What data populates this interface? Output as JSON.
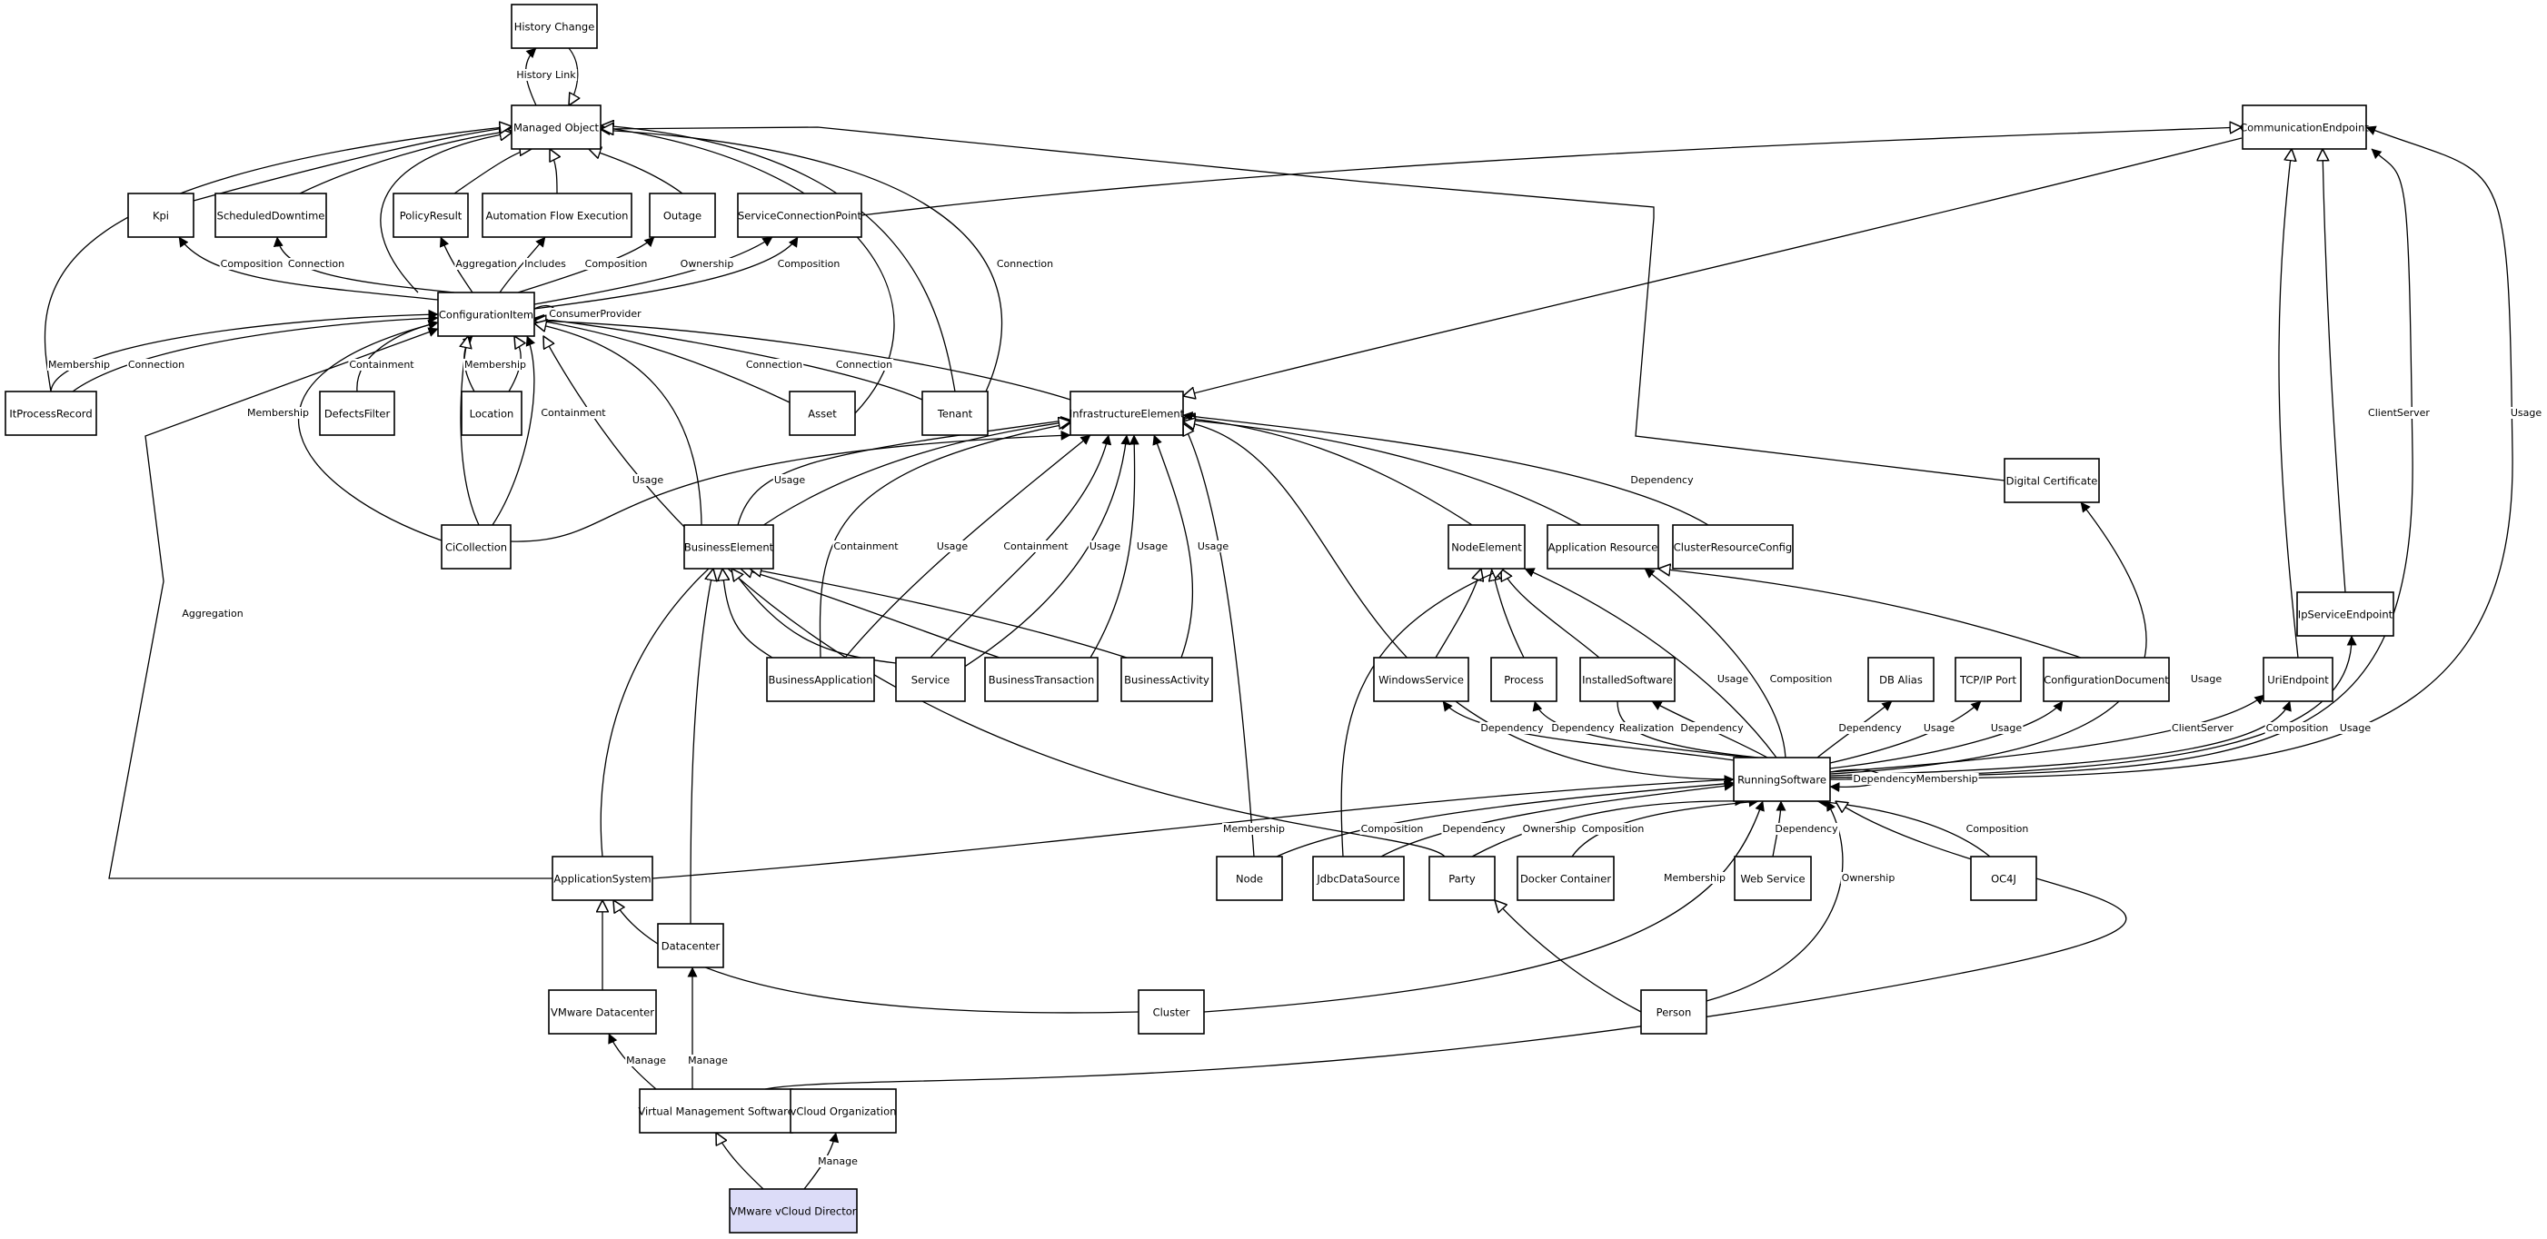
{
  "colors": {
    "node_fill": "#ffffff",
    "node_stroke": "#000000",
    "highlight_fill": "#dcdcf8",
    "edge": "#000000"
  },
  "nodes": [
    {
      "id": "history_change",
      "label": "History Change"
    },
    {
      "id": "managed_object",
      "label": "Managed Object"
    },
    {
      "id": "kpi",
      "label": "Kpi"
    },
    {
      "id": "scheduled_downtime",
      "label": "ScheduledDowntime"
    },
    {
      "id": "policy_result",
      "label": "PolicyResult"
    },
    {
      "id": "automation_flow_execution",
      "label": "Automation Flow Execution"
    },
    {
      "id": "outage",
      "label": "Outage"
    },
    {
      "id": "service_connection_point",
      "label": "ServiceConnectionPoint"
    },
    {
      "id": "communication_endpoint",
      "label": "CommunicationEndpoint"
    },
    {
      "id": "configuration_item",
      "label": "ConfigurationItem"
    },
    {
      "id": "it_process_record",
      "label": "ItProcessRecord"
    },
    {
      "id": "defects_filter",
      "label": "DefectsFilter"
    },
    {
      "id": "location",
      "label": "Location"
    },
    {
      "id": "asset",
      "label": "Asset"
    },
    {
      "id": "tenant",
      "label": "Tenant"
    },
    {
      "id": "infrastructure_element",
      "label": "InfrastructureElement"
    },
    {
      "id": "digital_certificate",
      "label": "Digital Certificate"
    },
    {
      "id": "ci_collection",
      "label": "CiCollection"
    },
    {
      "id": "business_element",
      "label": "BusinessElement"
    },
    {
      "id": "node_element",
      "label": "NodeElement"
    },
    {
      "id": "application_resource",
      "label": "Application Resource"
    },
    {
      "id": "cluster_resource_config",
      "label": "ClusterResourceConfig"
    },
    {
      "id": "ip_service_endpoint",
      "label": "IpServiceEndpoint"
    },
    {
      "id": "business_application",
      "label": "BusinessApplication"
    },
    {
      "id": "service",
      "label": "Service"
    },
    {
      "id": "business_transaction",
      "label": "BusinessTransaction"
    },
    {
      "id": "business_activity",
      "label": "BusinessActivity"
    },
    {
      "id": "windows_service",
      "label": "WindowsService"
    },
    {
      "id": "process",
      "label": "Process"
    },
    {
      "id": "installed_software",
      "label": "InstalledSoftware"
    },
    {
      "id": "db_alias",
      "label": "DB Alias"
    },
    {
      "id": "tcpip_port",
      "label": "TCP/IP Port"
    },
    {
      "id": "configuration_document",
      "label": "ConfigurationDocument"
    },
    {
      "id": "uri_endpoint",
      "label": "UriEndpoint"
    },
    {
      "id": "running_software",
      "label": "RunningSoftware"
    },
    {
      "id": "application_system",
      "label": "ApplicationSystem"
    },
    {
      "id": "node",
      "label": "Node"
    },
    {
      "id": "jdbc_data_source",
      "label": "JdbcDataSource"
    },
    {
      "id": "party",
      "label": "Party"
    },
    {
      "id": "docker_container",
      "label": "Docker Container"
    },
    {
      "id": "web_service",
      "label": "Web Service"
    },
    {
      "id": "oc4j",
      "label": "OC4J"
    },
    {
      "id": "datacenter",
      "label": "Datacenter"
    },
    {
      "id": "vmware_datacenter",
      "label": "VMware Datacenter"
    },
    {
      "id": "cluster",
      "label": "Cluster"
    },
    {
      "id": "person",
      "label": "Person"
    },
    {
      "id": "virtual_management_software",
      "label": "Virtual Management Software"
    },
    {
      "id": "vcloud_organization",
      "label": "vCloud Organization"
    },
    {
      "id": "vmware_vcloud_director",
      "label": "VMware vCloud Director",
      "highlight": true
    }
  ],
  "edges": [
    {
      "from": "managed_object",
      "to": "history_change",
      "label": "History Link",
      "arrow": "filled"
    },
    {
      "from": "history_change",
      "to": "managed_object",
      "label": "",
      "arrow": "hollow"
    },
    {
      "from": "kpi",
      "to": "managed_object",
      "label": "",
      "arrow": "hollow"
    },
    {
      "from": "scheduled_downtime",
      "to": "managed_object",
      "label": "",
      "arrow": "hollow"
    },
    {
      "from": "policy_result",
      "to": "managed_object",
      "label": "",
      "arrow": "hollow"
    },
    {
      "from": "automation_flow_execution",
      "to": "managed_object",
      "label": "",
      "arrow": "hollow"
    },
    {
      "from": "outage",
      "to": "managed_object",
      "label": "",
      "arrow": "hollow"
    },
    {
      "from": "configuration_item",
      "to": "managed_object",
      "label": "",
      "arrow": "hollow"
    },
    {
      "from": "it_process_record",
      "to": "managed_object",
      "label": "",
      "arrow": "hollow"
    },
    {
      "from": "asset",
      "to": "managed_object",
      "label": "",
      "arrow": "hollow"
    },
    {
      "from": "tenant",
      "to": "managed_object",
      "label": "",
      "arrow": "hollow"
    },
    {
      "from": "tenant",
      "to": "managed_object",
      "label": "Connection",
      "arrow": "filled"
    },
    {
      "from": "digital_certificate",
      "to": "managed_object",
      "label": "",
      "arrow": "hollow"
    },
    {
      "from": "service_connection_point",
      "to": "communication_endpoint",
      "label": "",
      "arrow": "hollow"
    },
    {
      "from": "configuration_item",
      "to": "kpi",
      "label": "Composition",
      "arrow": "filled"
    },
    {
      "from": "configuration_item",
      "to": "scheduled_downtime",
      "label": "Connection",
      "arrow": "filled"
    },
    {
      "from": "configuration_item",
      "to": "policy_result",
      "label": "Aggregation",
      "arrow": "filled"
    },
    {
      "from": "configuration_item",
      "to": "automation_flow_execution",
      "label": "Includes",
      "arrow": "filled"
    },
    {
      "from": "configuration_item",
      "to": "outage",
      "label": "Composition",
      "arrow": "filled"
    },
    {
      "from": "configuration_item",
      "to": "service_connection_point",
      "label": "Ownership",
      "arrow": "filled"
    },
    {
      "from": "configuration_item",
      "to": "service_connection_point",
      "label": "Composition",
      "arrow": "filled"
    },
    {
      "from": "configuration_item",
      "to": "configuration_item",
      "label": "ConsumerProvider",
      "arrow": "filled"
    },
    {
      "from": "it_process_record",
      "to": "configuration_item",
      "label": "Membership",
      "arrow": "filled"
    },
    {
      "from": "it_process_record",
      "to": "configuration_item",
      "label": "Connection",
      "arrow": "filled"
    },
    {
      "from": "defects_filter",
      "to": "configuration_item",
      "label": "Containment",
      "arrow": "filled"
    },
    {
      "from": "location",
      "to": "configuration_item",
      "label": "Membership",
      "arrow": "filled"
    },
    {
      "from": "location",
      "to": "configuration_item",
      "label": "",
      "arrow": "hollow"
    },
    {
      "from": "asset",
      "to": "configuration_item",
      "label": "Connection",
      "arrow": "filled"
    },
    {
      "from": "tenant",
      "to": "configuration_item",
      "label": "Connection",
      "arrow": "filled"
    },
    {
      "from": "infrastructure_element",
      "to": "configuration_item",
      "label": "",
      "arrow": "hollow"
    },
    {
      "from": "ci_collection",
      "to": "configuration_item",
      "label": "Membership",
      "arrow": "filled"
    },
    {
      "from": "ci_collection",
      "to": "configuration_item",
      "label": "Containment",
      "arrow": "filled"
    },
    {
      "from": "ci_collection",
      "to": "configuration_item",
      "label": "",
      "arrow": "hollow"
    },
    {
      "from": "business_element",
      "to": "configuration_item",
      "label": "",
      "arrow": "hollow"
    },
    {
      "from": "party",
      "to": "configuration_item",
      "label": "",
      "arrow": "hollow"
    },
    {
      "from": "application_system",
      "to": "configuration_item",
      "label": "Aggregation",
      "arrow": "filled"
    },
    {
      "from": "communication_endpoint",
      "to": "infrastructure_element",
      "label": "",
      "arrow": "hollow"
    },
    {
      "from": "ci_collection",
      "to": "infrastructure_element",
      "label": "Usage",
      "arrow": "filled"
    },
    {
      "from": "business_element",
      "to": "infrastructure_element",
      "label": "Usage",
      "arrow": "filled"
    },
    {
      "from": "business_application",
      "to": "infrastructure_element",
      "label": "Containment",
      "arrow": "filled"
    },
    {
      "from": "business_application",
      "to": "infrastructure_element",
      "label": "Usage",
      "arrow": "filled"
    },
    {
      "from": "service",
      "to": "infrastructure_element",
      "label": "Containment",
      "arrow": "filled"
    },
    {
      "from": "service",
      "to": "infrastructure_element",
      "label": "Usage",
      "arrow": "filled"
    },
    {
      "from": "business_transaction",
      "to": "infrastructure_element",
      "label": "Usage",
      "arrow": "filled"
    },
    {
      "from": "business_activity",
      "to": "infrastructure_element",
      "label": "Usage",
      "arrow": "filled"
    },
    {
      "from": "application_system",
      "to": "infrastructure_element",
      "label": "",
      "arrow": "hollow"
    },
    {
      "from": "node",
      "to": "infrastructure_element",
      "label": "",
      "arrow": "hollow"
    },
    {
      "from": "node_element",
      "to": "infrastructure_element",
      "label": "",
      "arrow": "hollow"
    },
    {
      "from": "application_resource",
      "to": "infrastructure_element",
      "label": "",
      "arrow": "hollow"
    },
    {
      "from": "cluster_resource_config",
      "to": "infrastructure_element",
      "label": "Dependency",
      "arrow": "filled"
    },
    {
      "from": "running_software",
      "to": "infrastructure_element",
      "label": "",
      "arrow": "hollow"
    },
    {
      "from": "business_application",
      "to": "business_element",
      "label": "",
      "arrow": "hollow"
    },
    {
      "from": "service",
      "to": "business_element",
      "label": "",
      "arrow": "hollow"
    },
    {
      "from": "business_transaction",
      "to": "business_element",
      "label": "",
      "arrow": "hollow"
    },
    {
      "from": "business_activity",
      "to": "business_element",
      "label": "",
      "arrow": "hollow"
    },
    {
      "from": "datacenter",
      "to": "business_element",
      "label": "",
      "arrow": "hollow"
    },
    {
      "from": "windows_service",
      "to": "node_element",
      "label": "",
      "arrow": "hollow"
    },
    {
      "from": "process",
      "to": "node_element",
      "label": "",
      "arrow": "hollow"
    },
    {
      "from": "installed_software",
      "to": "node_element",
      "label": "",
      "arrow": "hollow"
    },
    {
      "from": "jdbc_data_source",
      "to": "node_element",
      "label": "",
      "arrow": "hollow"
    },
    {
      "from": "running_software",
      "to": "node_element",
      "label": "Usage",
      "arrow": "filled"
    },
    {
      "from": "running_software",
      "to": "application_resource",
      "label": "Composition",
      "arrow": "filled"
    },
    {
      "from": "configuration_document",
      "to": "application_resource",
      "label": "",
      "arrow": "hollow"
    },
    {
      "from": "running_software",
      "to": "digital_certificate",
      "label": "Usage",
      "arrow": "filled"
    },
    {
      "from": "ip_service_endpoint",
      "to": "communication_endpoint",
      "label": "",
      "arrow": "hollow"
    },
    {
      "from": "uri_endpoint",
      "to": "communication_endpoint",
      "label": "",
      "arrow": "hollow"
    },
    {
      "from": "running_software",
      "to": "communication_endpoint",
      "label": "ClientServer",
      "arrow": "filled"
    },
    {
      "from": "running_software",
      "to": "communication_endpoint",
      "label": "Usage",
      "arrow": "filled"
    },
    {
      "from": "running_software",
      "to": "windows_service",
      "label": "Dependency",
      "arrow": "filled"
    },
    {
      "from": "running_software",
      "to": "process",
      "label": "Dependency",
      "arrow": "filled"
    },
    {
      "from": "running_software",
      "to": "installed_software",
      "label": "Realization",
      "arrow": "none"
    },
    {
      "from": "running_software",
      "to": "installed_software",
      "label": "Dependency",
      "arrow": "filled"
    },
    {
      "from": "running_software",
      "to": "db_alias",
      "label": "Dependency",
      "arrow": "filled"
    },
    {
      "from": "running_software",
      "to": "tcpip_port",
      "label": "Usage",
      "arrow": "filled"
    },
    {
      "from": "running_software",
      "to": "configuration_document",
      "label": "Usage",
      "arrow": "filled"
    },
    {
      "from": "running_software",
      "to": "uri_endpoint",
      "label": "ClientServer",
      "arrow": "filled"
    },
    {
      "from": "running_software",
      "to": "uri_endpoint",
      "label": "Composition",
      "arrow": "filled"
    },
    {
      "from": "running_software",
      "to": "ip_service_endpoint",
      "label": "Usage",
      "arrow": "filled"
    },
    {
      "from": "running_software",
      "to": "running_software",
      "label": "DependencyMembership",
      "arrow": "filled"
    },
    {
      "from": "application_system",
      "to": "running_software",
      "label": "Membership",
      "arrow": "filled"
    },
    {
      "from": "node",
      "to": "running_software",
      "label": "Composition",
      "arrow": "filled"
    },
    {
      "from": "jdbc_data_source",
      "to": "running_software",
      "label": "Dependency",
      "arrow": "filled"
    },
    {
      "from": "party",
      "to": "running_software",
      "label": "Ownership",
      "arrow": "filled"
    },
    {
      "from": "docker_container",
      "to": "running_software",
      "label": "Composition",
      "arrow": "filled"
    },
    {
      "from": "web_service",
      "to": "running_software",
      "label": "Dependency",
      "arrow": "filled"
    },
    {
      "from": "oc4j",
      "to": "running_software",
      "label": "Composition",
      "arrow": "filled"
    },
    {
      "from": "cluster",
      "to": "running_software",
      "label": "Membership",
      "arrow": "filled"
    },
    {
      "from": "person",
      "to": "running_software",
      "label": "Ownership",
      "arrow": "filled"
    },
    {
      "from": "virtual_management_software",
      "to": "running_software",
      "label": "",
      "arrow": "hollow"
    },
    {
      "from": "vmware_datacenter",
      "to": "application_system",
      "label": "",
      "arrow": "hollow"
    },
    {
      "from": "cluster",
      "to": "application_system",
      "label": "",
      "arrow": "hollow"
    },
    {
      "from": "person",
      "to": "party",
      "label": "",
      "arrow": "hollow"
    },
    {
      "from": "virtual_management_software",
      "to": "vmware_datacenter",
      "label": "Manage",
      "arrow": "filled"
    },
    {
      "from": "virtual_management_software",
      "to": "datacenter",
      "label": "Manage",
      "arrow": "filled"
    },
    {
      "from": "vmware_vcloud_director",
      "to": "virtual_management_software",
      "label": "",
      "arrow": "hollow"
    },
    {
      "from": "vmware_vcloud_director",
      "to": "vcloud_organization",
      "label": "Manage",
      "arrow": "filled"
    }
  ]
}
